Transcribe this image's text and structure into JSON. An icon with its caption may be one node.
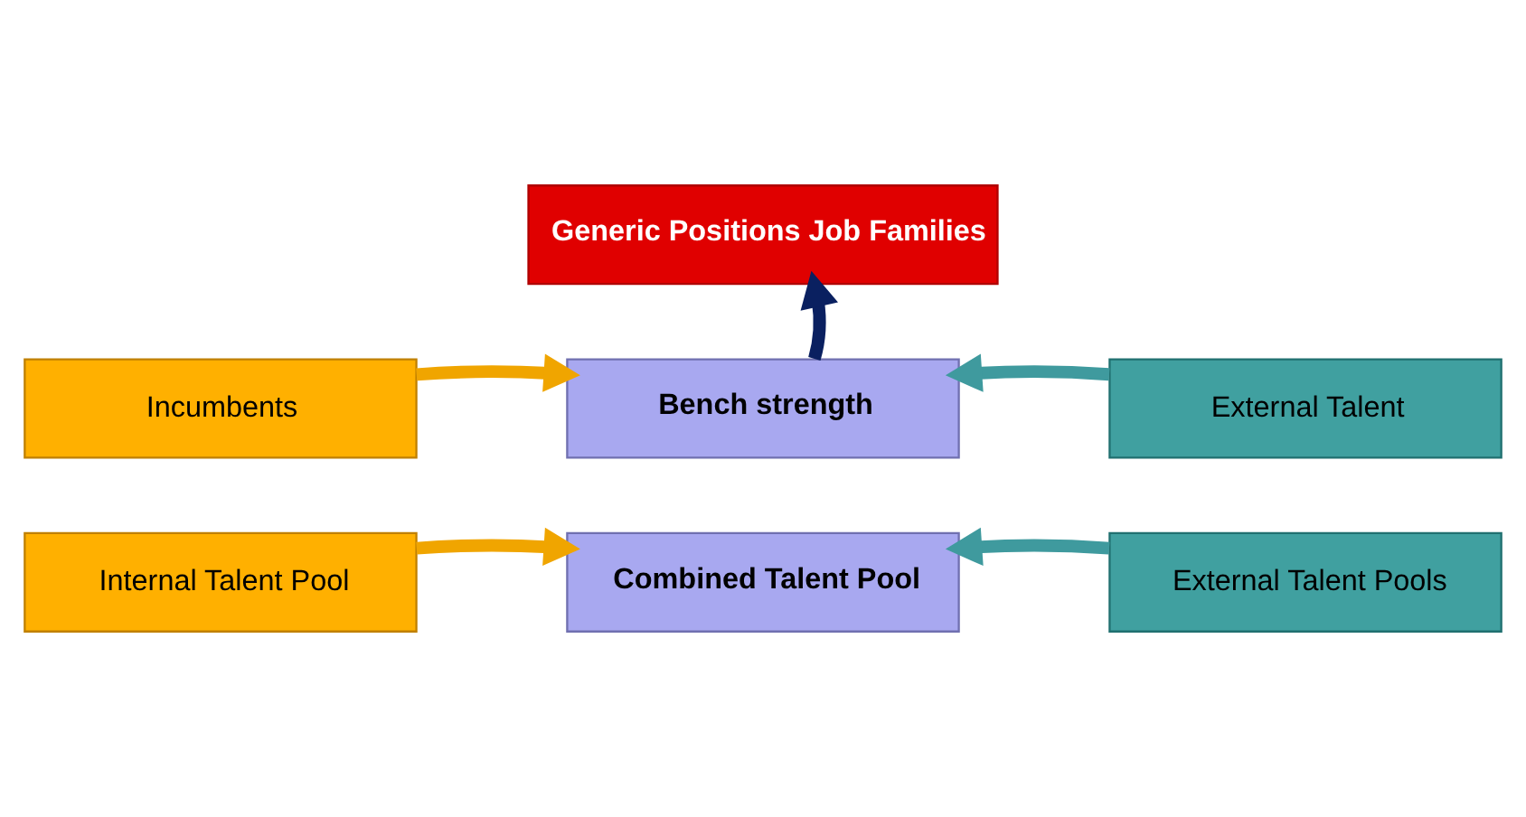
{
  "diagram": {
    "nodes": [
      {
        "text": [
          "Generic Positions Job Families"
        ]
      },
      {
        "text": [
          "Incumbents"
        ]
      },
      {
        "text": [
          "Bench strength"
        ]
      },
      {
        "text": [
          "External Talent"
        ]
      },
      {
        "text": [
          "Internal Talent Pool"
        ]
      },
      {
        "text": [
          "Combined Talent Pool"
        ]
      },
      {
        "text": [
          "External Talent Pools"
        ]
      }
    ],
    "edges": [
      {
        "from": 1,
        "to": 2,
        "arrow": "to",
        "color": "#f0a500"
      },
      {
        "from": 3,
        "to": 2,
        "arrow": "to",
        "color": "#3f9a9e"
      },
      {
        "from": 2,
        "to": 0,
        "arrow": "to",
        "color": "#0a2060"
      },
      {
        "from": 4,
        "to": 5,
        "arrow": "to",
        "color": "#f0a500"
      },
      {
        "from": 6,
        "to": 5,
        "arrow": "to",
        "color": "#3f9a9e"
      }
    ]
  }
}
